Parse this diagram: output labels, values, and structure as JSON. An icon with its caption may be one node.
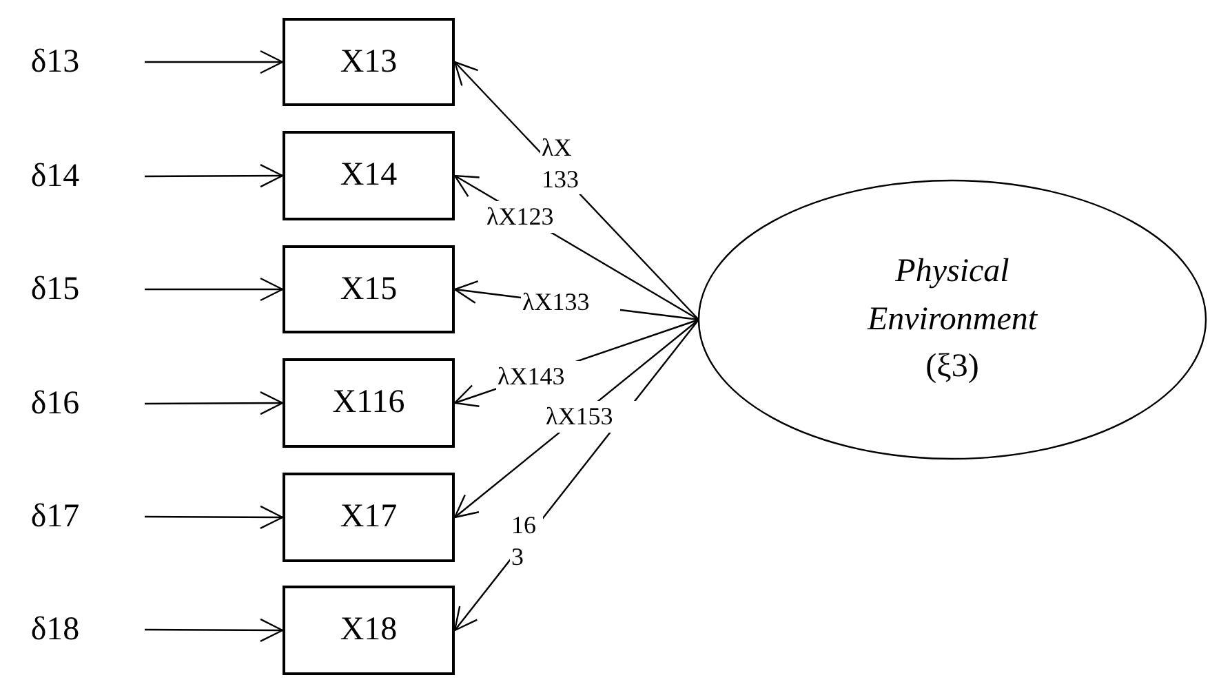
{
  "diagram": {
    "nodes": [
      {
        "text": [
          "δ13"
        ]
      },
      {
        "text": [
          "δ14"
        ]
      },
      {
        "text": [
          "δ15"
        ]
      },
      {
        "text": [
          "δ16"
        ]
      },
      {
        "text": [
          "δ17"
        ]
      },
      {
        "text": [
          "δ18"
        ]
      },
      {
        "text": [
          "X13"
        ]
      },
      {
        "text": [
          "X14"
        ]
      },
      {
        "text": [
          "X15"
        ]
      },
      {
        "text": [
          "X116"
        ]
      },
      {
        "text": [
          "X17"
        ]
      },
      {
        "text": [
          "X18"
        ]
      },
      {
        "text": [
          "Physical Environment",
          "(ξ3)"
        ]
      }
    ],
    "edges": [
      {
        "from": 0,
        "to": 6,
        "arrow": "to"
      },
      {
        "from": 1,
        "to": 7,
        "arrow": "to"
      },
      {
        "from": 2,
        "to": 8,
        "arrow": "to"
      },
      {
        "from": 3,
        "to": 9,
        "arrow": "to"
      },
      {
        "from": 4,
        "to": 10,
        "arrow": "to"
      },
      {
        "from": 5,
        "to": 11,
        "arrow": "to"
      },
      {
        "from": 12,
        "to": 6,
        "arrow": "to",
        "label": "λX 133"
      },
      {
        "from": 12,
        "to": 7,
        "arrow": "to",
        "label": "λX123"
      },
      {
        "from": 12,
        "to": 8,
        "arrow": "to",
        "label": "λX133"
      },
      {
        "from": 12,
        "to": 9,
        "arrow": "to",
        "label": "λX143"
      },
      {
        "from": 12,
        "to": 10,
        "arrow": "to",
        "label": "λX153"
      },
      {
        "from": 12,
        "to": 11,
        "arrow": "to",
        "label": "16 3"
      }
    ]
  }
}
